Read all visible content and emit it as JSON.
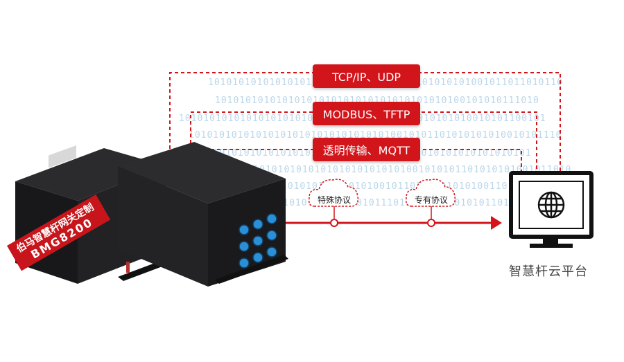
{
  "background_binary": [
    "1010101010101010101010101010101010101010101001011011010110",
    "10101010101010101010101010101010101010100101010111010",
    "101010101010101010101010101001010110101010101010010101100101",
    "1010101010101010101010101010101010010101101010101010010101110",
    "101010101010101010101010101010101001010101010101010101",
    "10101010101010101010101010101001010101101010101001011010",
    "101010101010101010101010101001011011010101010011011010101010",
    "1010101010101010101011010111011101010101010110101101010"
  ],
  "protocols": [
    "TCP/IP、UDP",
    "MODBUS、TFTP",
    "透明传输、MQTT"
  ],
  "clouds": [
    {
      "label": "特殊协议"
    },
    {
      "label": "专有协议"
    }
  ],
  "device_badge": {
    "line1": "伯马智慧杆网关定制",
    "line2": "BMG8200"
  },
  "platform": {
    "label": "智慧杆云平台",
    "icon": "globe-icon"
  },
  "colors": {
    "accent": "#d2141b",
    "binary": "#b9d6ea"
  }
}
